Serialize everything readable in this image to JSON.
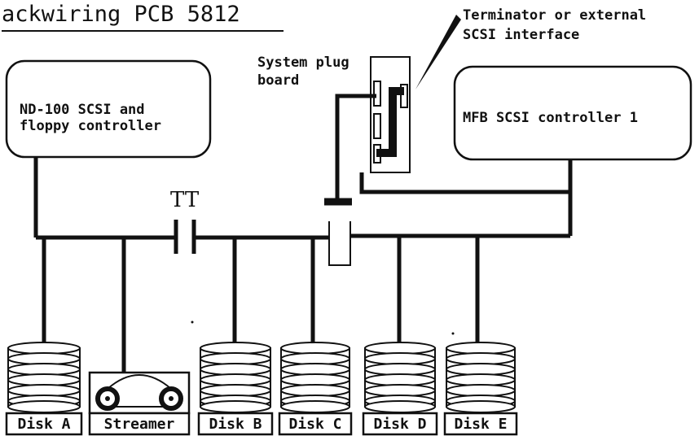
{
  "title": "ackwiring PCB 5812",
  "callout": {
    "line1": "Terminator or external",
    "line2": "SCSI interface"
  },
  "plugboard": {
    "line1": "System plug",
    "line2": "board"
  },
  "controllers": {
    "nd100": {
      "line1": "ND-100 SCSI and",
      "line2": "floppy controller"
    },
    "mfb": {
      "label": "MFB SCSI controller 1"
    }
  },
  "terminator_label": "TT",
  "devices": [
    {
      "label": "Disk A",
      "kind": "disk"
    },
    {
      "label": "Streamer",
      "kind": "streamer"
    },
    {
      "label": "Disk B",
      "kind": "disk"
    },
    {
      "label": "Disk C",
      "kind": "disk"
    },
    {
      "label": "Disk D",
      "kind": "disk"
    },
    {
      "label": "Disk E",
      "kind": "disk"
    }
  ],
  "colors": {
    "ink": "#111111",
    "paper": "#ffffff"
  }
}
